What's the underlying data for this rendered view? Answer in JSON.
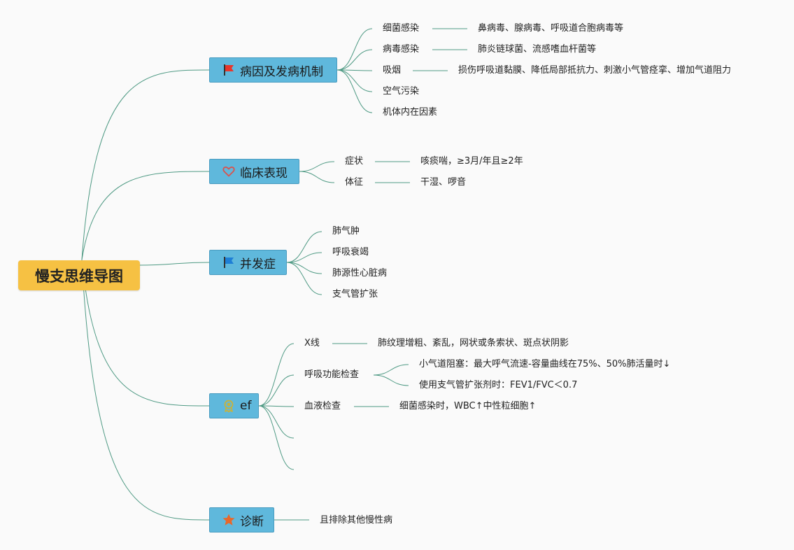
{
  "root": {
    "title": "慢支思维导图"
  },
  "branches": [
    {
      "label": "病因及发病机制",
      "icon": "red-flag-icon",
      "color": "#e8362b"
    },
    {
      "label": "临床表现",
      "icon": "heart-outline-icon",
      "color": "#d9534f"
    },
    {
      "label": "并发症",
      "icon": "blue-flag-icon",
      "color": "#1e7fd6"
    },
    {
      "label": "ef",
      "icon": "award-badge-icon",
      "color": "#c9b23a"
    },
    {
      "label": "诊断",
      "icon": "star-icon",
      "color": "#e8682b"
    }
  ],
  "items": {
    "b0": [
      {
        "label": "细菌感染",
        "detail": "鼻病毒、腺病毒、呼吸道合胞病毒等"
      },
      {
        "label": "病毒感染",
        "detail": "肺炎链球菌、流感嗜血杆菌等"
      },
      {
        "label": "吸烟",
        "detail": "损伤呼吸道黏膜、降低局部抵抗力、刺激小气管痉挛、增加气道阻力"
      },
      {
        "label": "空气污染"
      },
      {
        "label": "机体内在因素"
      }
    ],
    "b1": [
      {
        "label": "症状",
        "detail": "咳痰喘，≥3月/年且≥2年"
      },
      {
        "label": "体征",
        "detail": "干湿、啰音"
      }
    ],
    "b2": [
      {
        "label": "肺气肿"
      },
      {
        "label": "呼吸衰竭"
      },
      {
        "label": "肺源性心脏病"
      },
      {
        "label": "支气管扩张"
      }
    ],
    "b3": [
      {
        "label": "X线",
        "detail": "肺纹理增粗、紊乱，网状或条索状、斑点状阴影"
      },
      {
        "label": "呼吸功能检查",
        "subs": [
          "小气道阻塞：最大呼气流速-容量曲线在75%、50%肺活量时↓",
          "使用支气管扩张剂时：FEV1/FVC＜0.7"
        ]
      },
      {
        "label": "血液检查",
        "detail": "细菌感染时，WBC↑中性粒细胞↑"
      },
      {
        "label": ""
      },
      {
        "label": ""
      }
    ],
    "b4": [
      {
        "label": "且排除其他慢性病"
      }
    ]
  }
}
